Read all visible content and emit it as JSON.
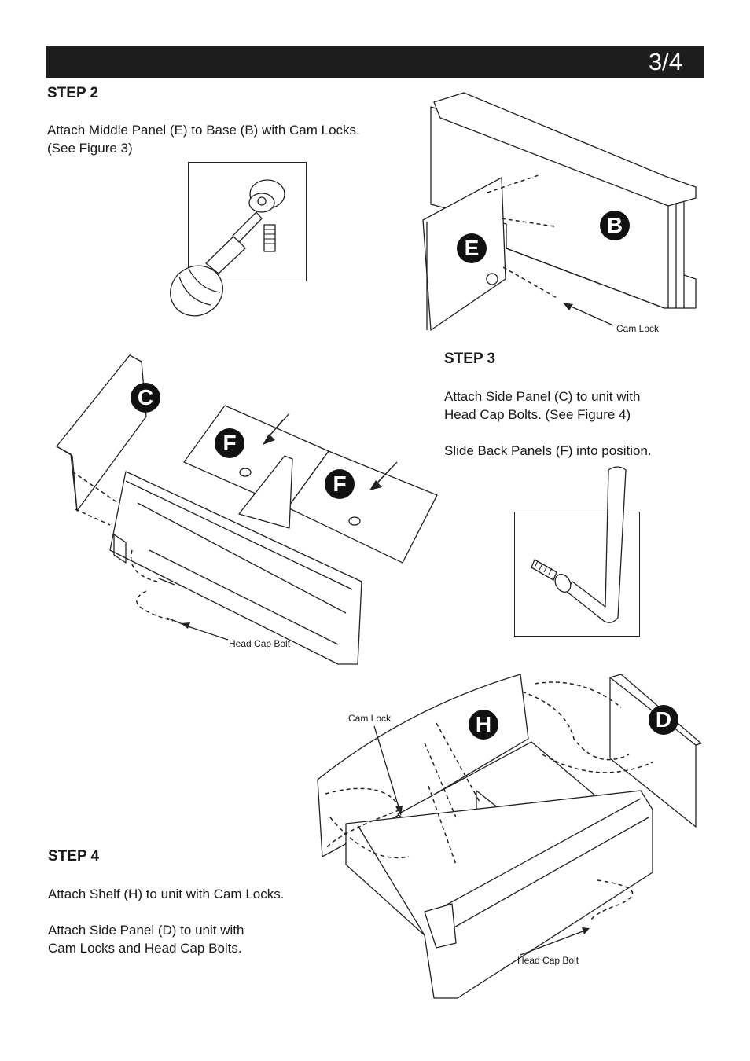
{
  "header": {
    "page_number": "3/4"
  },
  "step2": {
    "title": "STEP 2",
    "lines": [
      "Attach Middle Panel (E) to Base (B) with Cam Locks.",
      "(See Figure 3)"
    ],
    "callout_cam_lock": "Cam Lock",
    "label_b": "B",
    "label_e": "E"
  },
  "step3": {
    "title": "STEP 3",
    "lines": [
      "Attach Side Panel (C) to unit with",
      "Head Cap Bolts. (See Figure 4)"
    ],
    "lines2": [
      "Slide Back Panels (F) into position."
    ],
    "callout_head_cap_bolt": "Head Cap Bolt",
    "label_c": "C",
    "label_f1": "F",
    "label_f2": "F"
  },
  "step4": {
    "title": "STEP 4",
    "lines": [
      "Attach Shelf (H) to unit with Cam Locks."
    ],
    "lines2": [
      "Attach Side Panel (D) to unit with",
      "Cam Locks and Head Cap Bolts."
    ],
    "callout_cam_lock": "Cam Lock",
    "callout_head_cap_bolt": "Head Cap Bolt",
    "label_h": "H",
    "label_d": "D"
  },
  "icons": [
    "screwdriver-icon",
    "cam-lock-icon",
    "allen-key-icon",
    "bolt-icon",
    "arrow-icon"
  ],
  "colors": {
    "header_bg": "#1d1d1d",
    "badge_bg": "#111111",
    "text": "#1a1a1a"
  }
}
